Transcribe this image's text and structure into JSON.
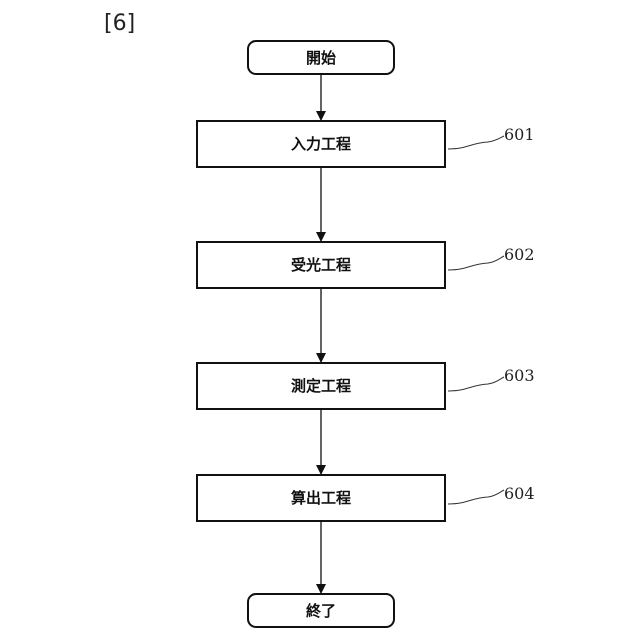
{
  "figure_label": "[6]",
  "start": {
    "label": "開始"
  },
  "steps": [
    {
      "label": "入力工程",
      "ref": "601"
    },
    {
      "label": "受光工程",
      "ref": "602"
    },
    {
      "label": "測定工程",
      "ref": "603"
    },
    {
      "label": "算出工程",
      "ref": "604"
    }
  ],
  "end": {
    "label": "終了"
  },
  "colors": {
    "stroke": "#111111",
    "background": "#ffffff"
  }
}
